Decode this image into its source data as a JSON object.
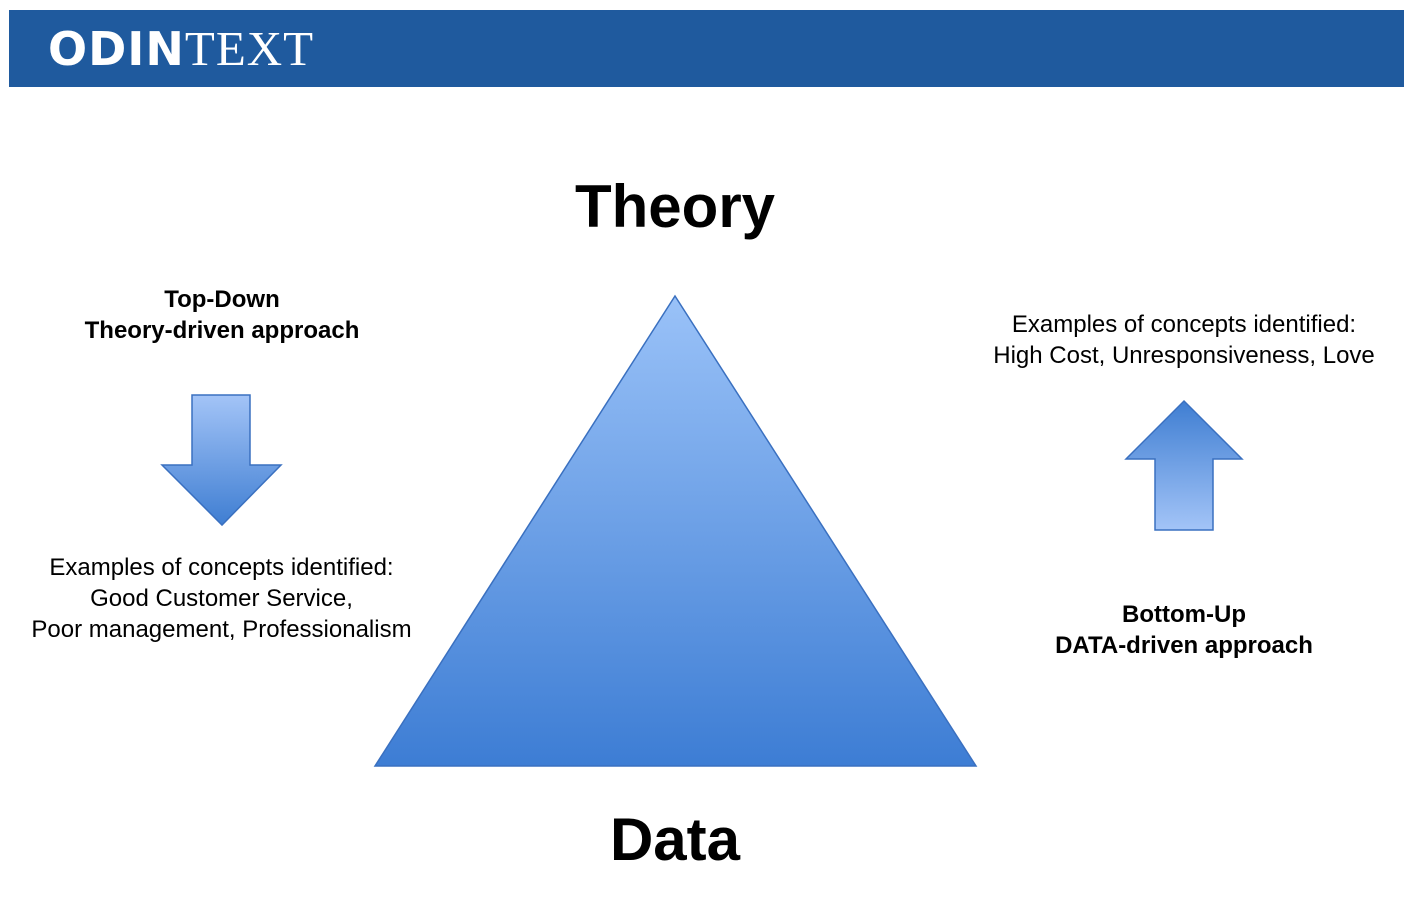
{
  "header": {
    "logo_bold": "ODIN",
    "logo_light": "TEXT",
    "color": "#1f5a9e"
  },
  "diagram": {
    "top_label": "Theory",
    "bottom_label": "Data",
    "left_heading": [
      "Top-Down",
      "Theory-driven approach"
    ],
    "left_examples": [
      "Examples of concepts identified:",
      "Good Customer Service,",
      "Poor management, Professionalism"
    ],
    "right_examples": [
      "Examples of concepts identified:",
      "High Cost, Unresponsiveness, Love"
    ],
    "right_heading": [
      "Bottom-Up",
      "DATA-driven approach"
    ],
    "colors": {
      "light": "#9ec2f7",
      "dark": "#3d7dd4"
    }
  }
}
